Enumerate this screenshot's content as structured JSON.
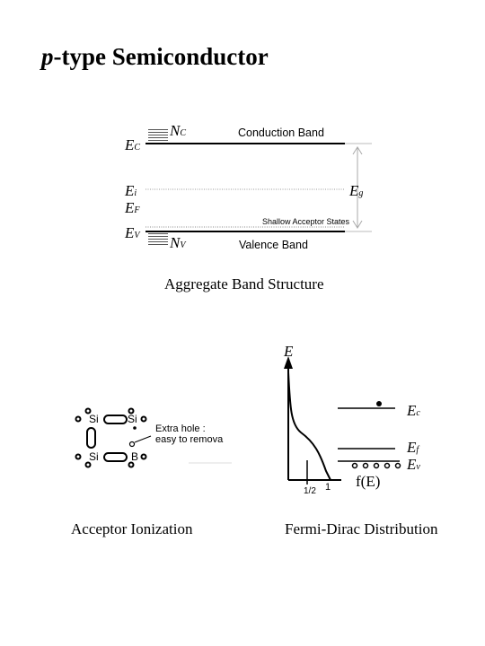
{
  "title": {
    "prefix": "p",
    "rest": "-type Semiconductor"
  },
  "band_diagram": {
    "ec_main": "E",
    "ec_sub": "C",
    "ei_main": "E",
    "ei_sub": "i",
    "ef_main": "E",
    "ef_sub": "F",
    "ev_main": "E",
    "ev_sub": "V",
    "nc_main": "N",
    "nc_sub": "C",
    "nv_main": "N",
    "nv_sub": "V",
    "eg_main": "E",
    "eg_sub": "g",
    "conduction_band": "Conduction Band",
    "valence_band": "Valence Band",
    "shallow_acceptor": "Shallow Acceptor States",
    "caption": "Aggregate Band Structure"
  },
  "acceptor_ionization": {
    "atoms": [
      "Si",
      "Si",
      "Si",
      "B"
    ],
    "note_line1": "Extra hole :",
    "note_line2": "easy to remova",
    "caption": "Acceptor Ionization"
  },
  "fermi_dirac": {
    "y_axis_label": "E",
    "x_axis_label": "f(E)",
    "tick_half": "1/2",
    "tick_one": "1",
    "ec_main": "E",
    "ec_sub": "c",
    "ef_main": "E",
    "ef_sub": "f",
    "ev_main": "E",
    "ev_sub": "v",
    "caption": "Fermi-Dirac Distribution"
  }
}
